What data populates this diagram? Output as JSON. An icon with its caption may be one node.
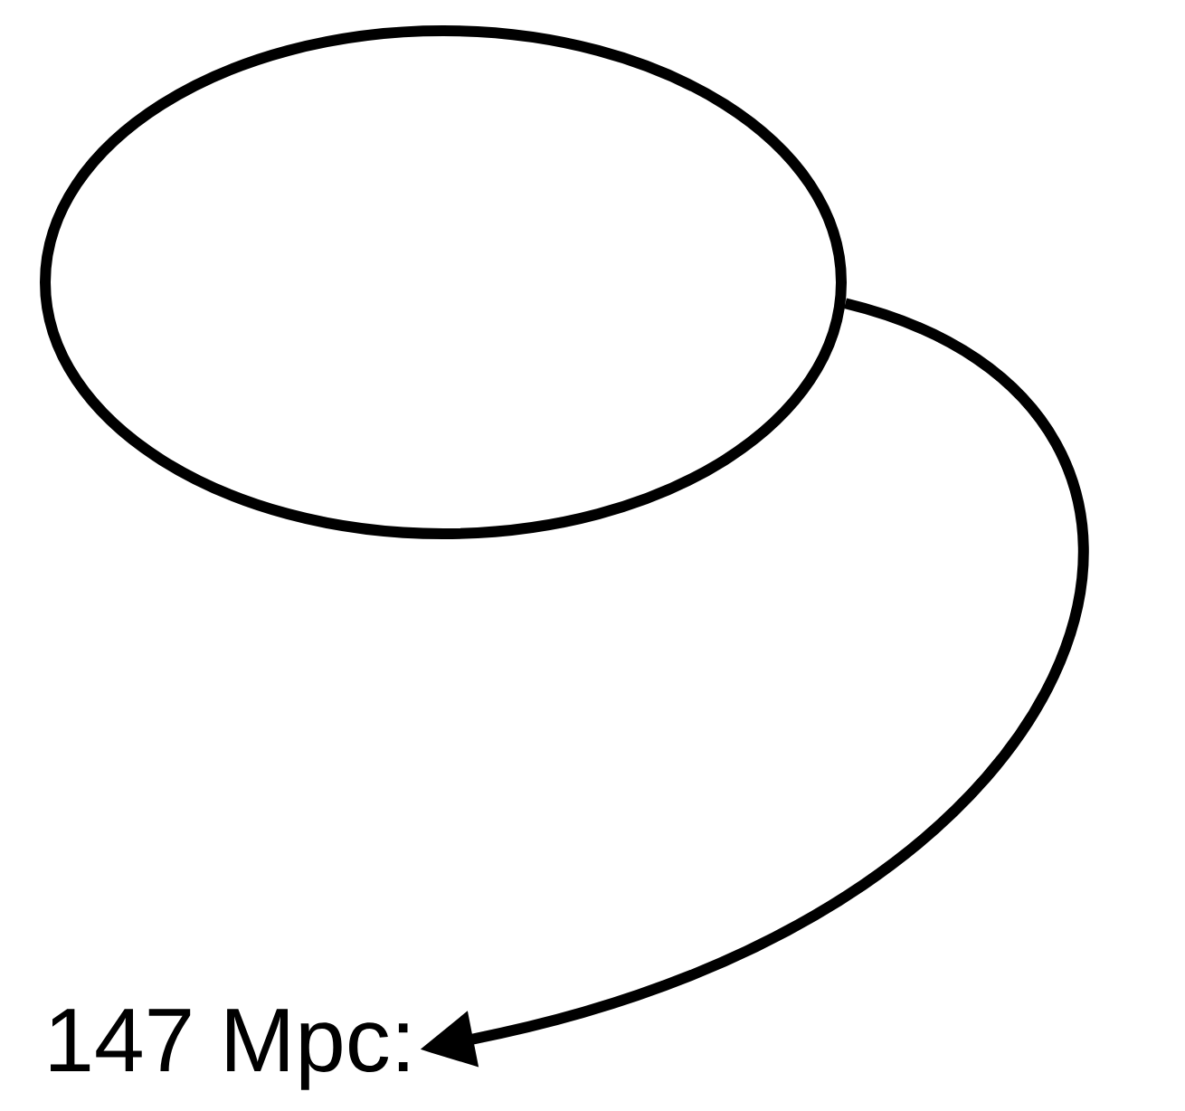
{
  "diagram": {
    "nodes": [
      {
        "text": [],
        "shape": "circle"
      },
      {
        "text": [
          "147 Mpc:"
        ]
      }
    ],
    "edges": [
      {
        "from": 0,
        "to": 1,
        "arrow": "to"
      }
    ]
  }
}
